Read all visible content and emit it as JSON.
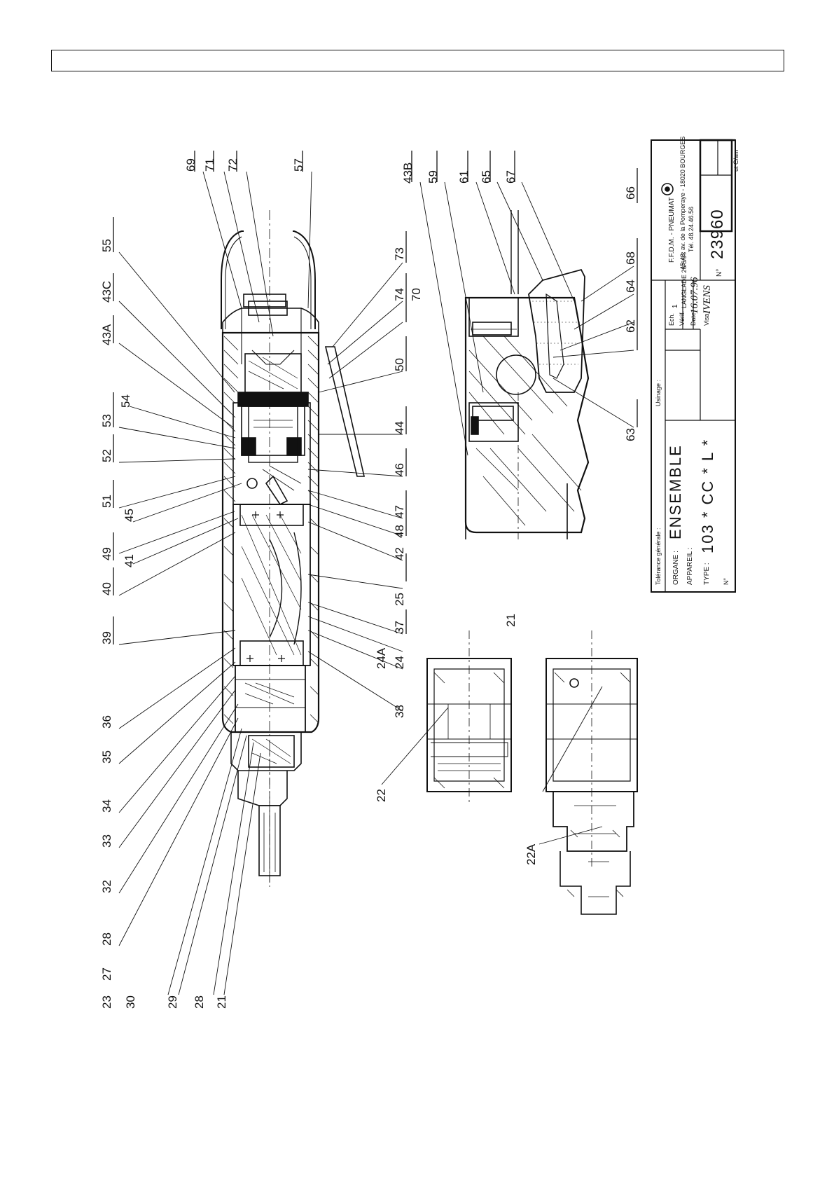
{
  "header": {
    "text": ""
  },
  "drawing": {
    "callouts_top": [
      "69",
      "71",
      "72",
      "57",
      "43B",
      "59",
      "61",
      "65",
      "67"
    ],
    "callouts_left": [
      "55",
      "43C",
      "43A",
      "54",
      "53",
      "52",
      "51",
      "45",
      "49",
      "41",
      "40",
      "39",
      "36",
      "35",
      "34",
      "33",
      "32",
      "28",
      "27",
      "23",
      "30",
      "29",
      "28",
      "21"
    ],
    "callouts_right": [
      "73",
      "74",
      "70",
      "50",
      "44",
      "46",
      "47",
      "48",
      "42",
      "25",
      "37",
      "24",
      "24A",
      "38",
      "66",
      "68",
      "64",
      "62",
      "63"
    ],
    "callouts_parts": [
      "21",
      "22",
      "22A"
    ]
  },
  "title_block": {
    "company": "F.F.D.M. - PNEUMAT",
    "address": "45-48, av. de la Pomperaye - 18020 BOURGES",
    "phone": "Tél. 48.24.46.56",
    "number_label": "N°",
    "number": "23960",
    "echelle_label": "Ech.",
    "echelle_value": "1",
    "verif_label": "Vérif.",
    "verif_value": "LANGLADE 26/5/97",
    "date_label": "Date",
    "date_value": "16.07.96",
    "visa_label": "Visa",
    "visa_value": "IVENS",
    "usinage_label": "Usinage :",
    "tolerance_label": "Tolérance générale :",
    "organe_label": "ORGANE :",
    "organe_value": "ENSEMBLE",
    "appareil_label": "APPAREIL :",
    "type_label": "TYPE :",
    "type_value": "103 * CC * L *",
    "no_label": "N°",
    "corner_text": "ut C/am"
  }
}
